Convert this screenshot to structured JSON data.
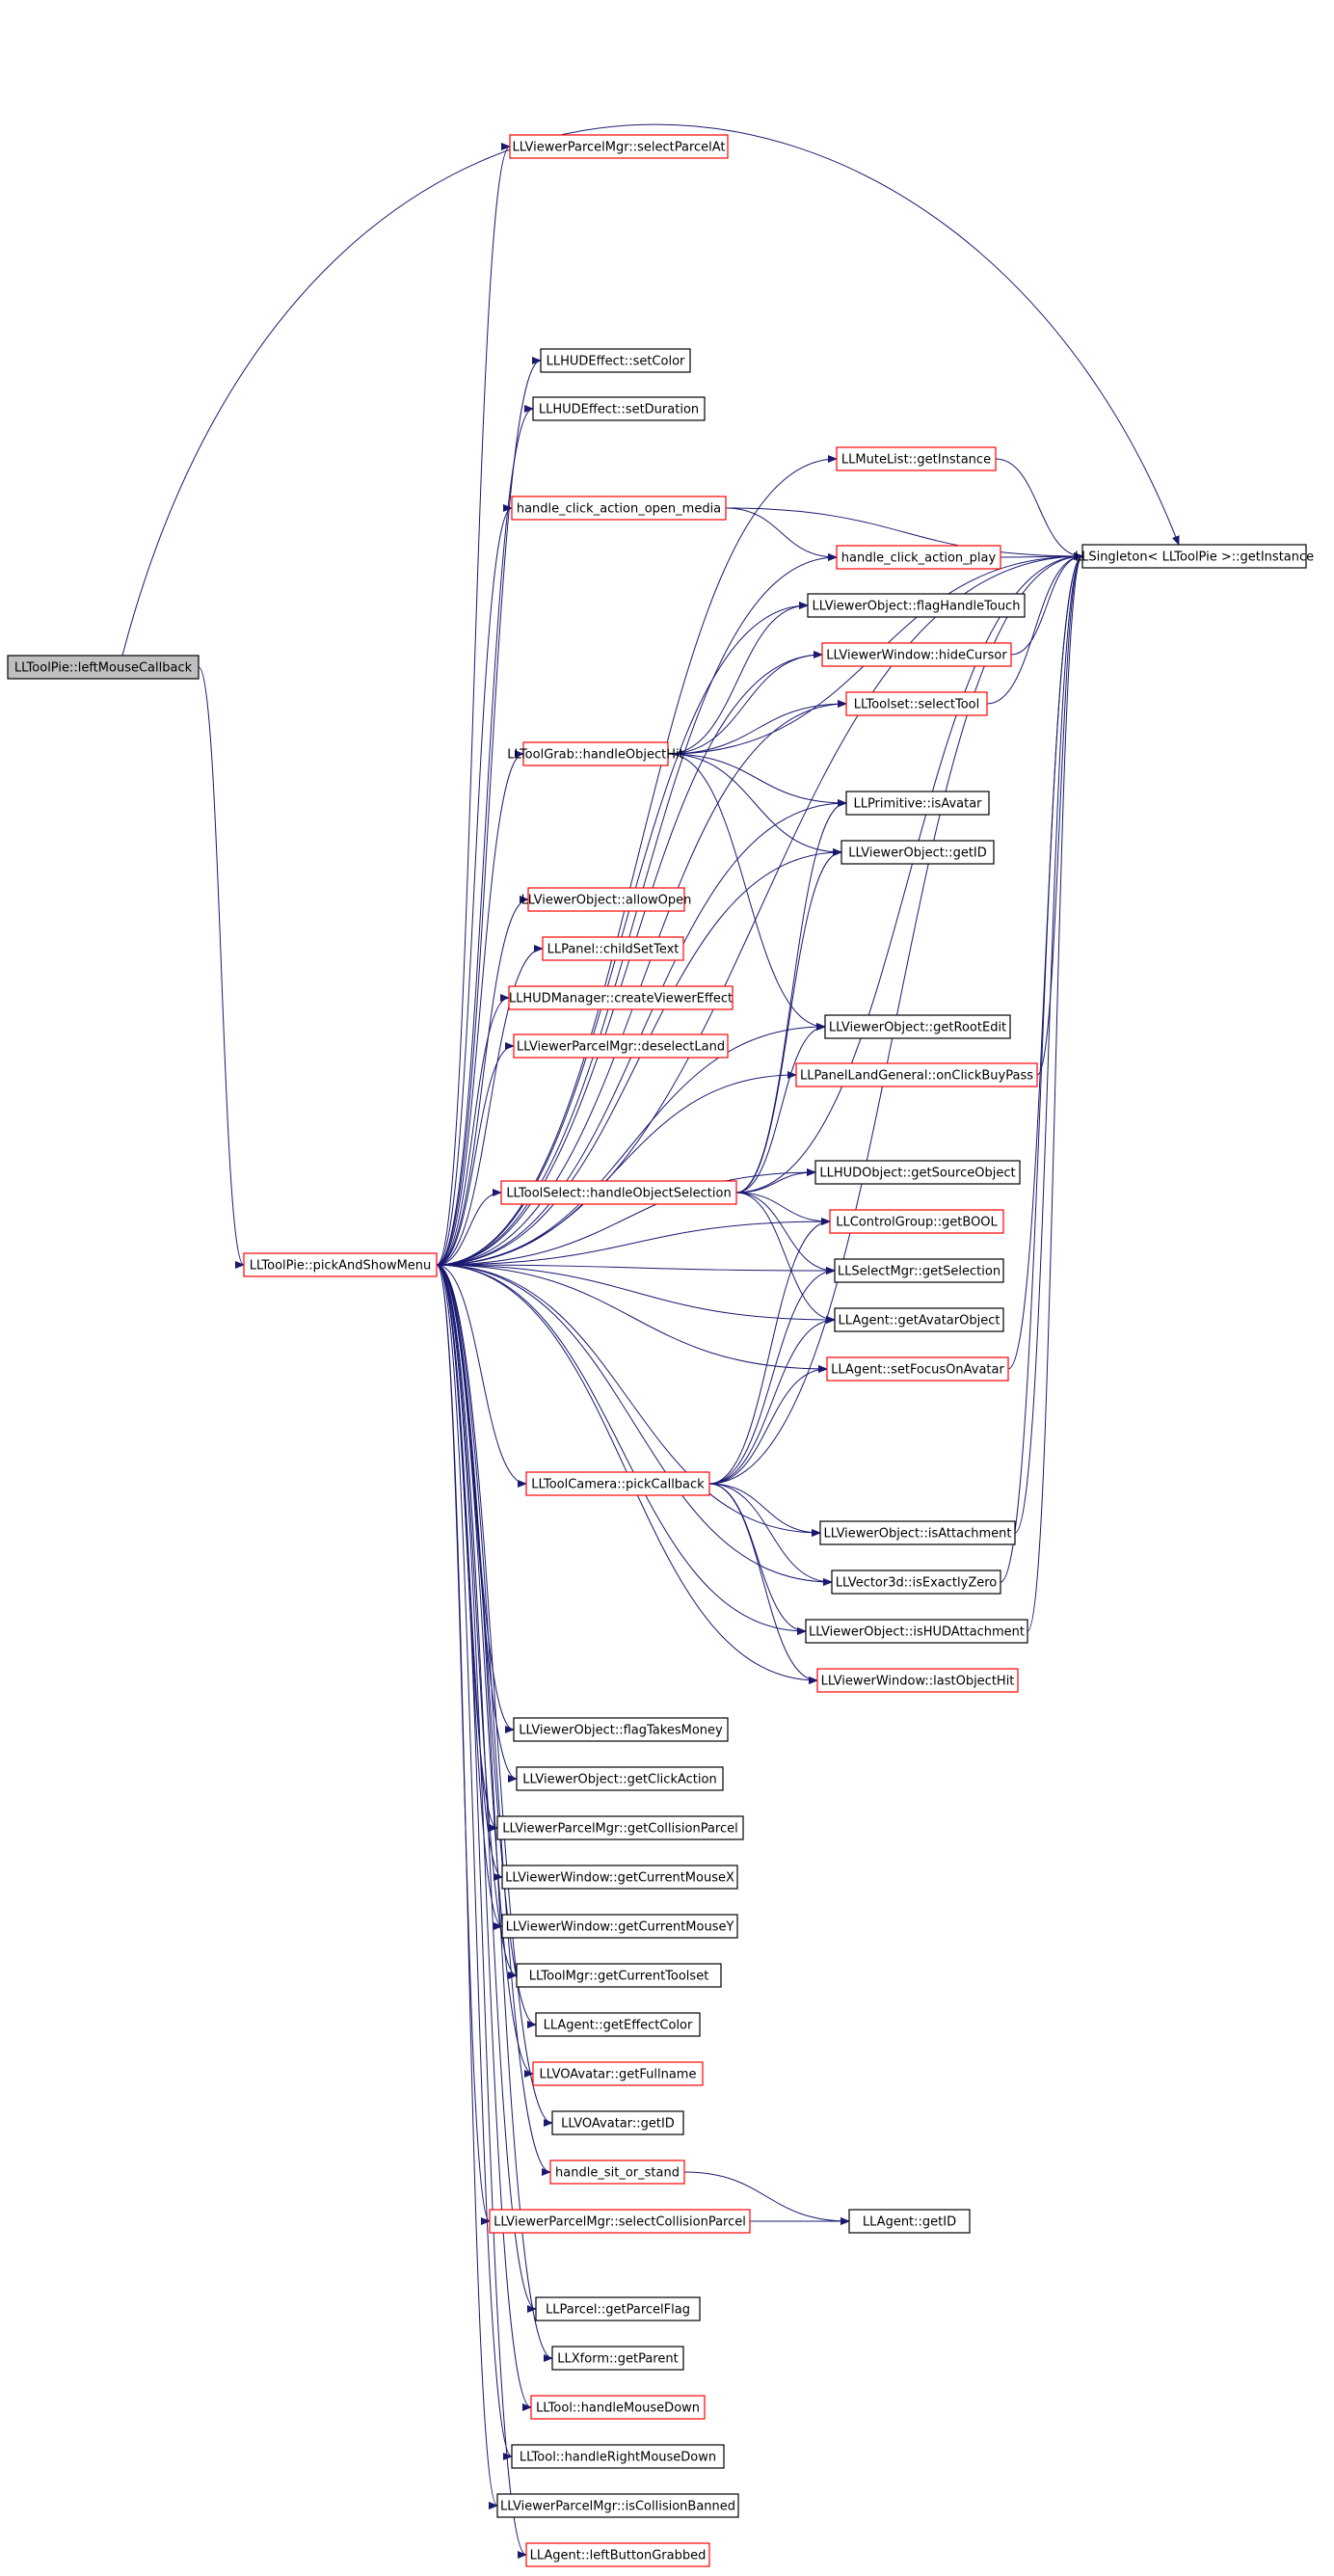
{
  "colors": {
    "edge": "#191970",
    "border_red": "#ff0000",
    "border_black": "#000000",
    "root_fill": "#bfbfbf",
    "node_fill": "#ffffff"
  },
  "nodes": [
    {
      "id": "leftMouseCallback",
      "label": "LLToolPie::leftMouseCallback",
      "style": "root"
    },
    {
      "id": "pickAndShowMenu",
      "label": "LLToolPie::pickAndShowMenu",
      "style": "red"
    },
    {
      "id": "selectParcelAt",
      "label": "LLViewerParcelMgr::selectParcelAt",
      "style": "red"
    },
    {
      "id": "hudSetColor",
      "label": "LLHUDEffect::setColor",
      "style": "black"
    },
    {
      "id": "hudSetDuration",
      "label": "LLHUDEffect::setDuration",
      "style": "black"
    },
    {
      "id": "muteGetInstance",
      "label": "LLMuteList::getInstance",
      "style": "red"
    },
    {
      "id": "openMedia",
      "label": "handle_click_action_open_media",
      "style": "red"
    },
    {
      "id": "actionPlay",
      "label": "handle_click_action_play",
      "style": "red"
    },
    {
      "id": "singleton",
      "label": "LLSingleton< LLToolPie >::getInstance",
      "style": "black"
    },
    {
      "id": "flagHandleTouch",
      "label": "LLViewerObject::flagHandleTouch",
      "style": "black"
    },
    {
      "id": "hideCursor",
      "label": "LLViewerWindow::hideCursor",
      "style": "red"
    },
    {
      "id": "selectTool",
      "label": "LLToolset::selectTool",
      "style": "red"
    },
    {
      "id": "grabHit",
      "label": "LLToolGrab::handleObjectHit",
      "style": "red"
    },
    {
      "id": "isAvatar",
      "label": "LLPrimitive::isAvatar",
      "style": "black"
    },
    {
      "id": "voGetID",
      "label": "LLViewerObject::getID",
      "style": "black"
    },
    {
      "id": "allowOpen",
      "label": "LLViewerObject::allowOpen",
      "style": "red"
    },
    {
      "id": "childSetText",
      "label": "LLPanel::childSetText",
      "style": "red"
    },
    {
      "id": "createViewerEffect",
      "label": "LLHUDManager::createViewerEffect",
      "style": "red"
    },
    {
      "id": "deselectLand",
      "label": "LLViewerParcelMgr::deselectLand",
      "style": "red"
    },
    {
      "id": "getRootEdit",
      "label": "LLViewerObject::getRootEdit",
      "style": "black"
    },
    {
      "id": "onClickBuyPass",
      "label": "LLPanelLandGeneral::onClickBuyPass",
      "style": "red"
    },
    {
      "id": "selectHit",
      "label": "LLToolSelect::handleObjectSelection",
      "style": "red"
    },
    {
      "id": "getSourceObject",
      "label": "LLHUDObject::getSourceObject",
      "style": "black"
    },
    {
      "id": "getBOOL",
      "label": "LLControlGroup::getBOOL",
      "style": "red"
    },
    {
      "id": "getSelection",
      "label": "LLSelectMgr::getSelection",
      "style": "black"
    },
    {
      "id": "getAvatarObject",
      "label": "LLAgent::getAvatarObject",
      "style": "black"
    },
    {
      "id": "setFocusOnAvatar",
      "label": "LLAgent::setFocusOnAvatar",
      "style": "red"
    },
    {
      "id": "pickCallback",
      "label": "LLToolCamera::pickCallback",
      "style": "red"
    },
    {
      "id": "isAttachment",
      "label": "LLViewerObject::isAttachment",
      "style": "black"
    },
    {
      "id": "isExactlyZero",
      "label": "LLVector3d::isExactlyZero",
      "style": "black"
    },
    {
      "id": "isHUDAttachment",
      "label": "LLViewerObject::isHUDAttachment",
      "style": "black"
    },
    {
      "id": "lastObjectHit",
      "label": "LLViewerWindow::lastObjectHit",
      "style": "red"
    },
    {
      "id": "flagTakesMoney",
      "label": "LLViewerObject::flagTakesMoney",
      "style": "black"
    },
    {
      "id": "getClickAction",
      "label": "LLViewerObject::getClickAction",
      "style": "black"
    },
    {
      "id": "getCollisionParcel",
      "label": "LLViewerParcelMgr::getCollisionParcel",
      "style": "black"
    },
    {
      "id": "mouseX",
      "label": "LLViewerWindow::getCurrentMouseX",
      "style": "black"
    },
    {
      "id": "mouseY",
      "label": "LLViewerWindow::getCurrentMouseY",
      "style": "black"
    },
    {
      "id": "currentToolset",
      "label": "LLToolMgr::getCurrentToolset",
      "style": "black"
    },
    {
      "id": "effectColor",
      "label": "LLAgent::getEffectColor",
      "style": "black"
    },
    {
      "id": "fullname",
      "label": "LLVOAvatar::getFullname",
      "style": "red"
    },
    {
      "id": "vaGetID",
      "label": "LLVOAvatar::getID",
      "style": "black"
    },
    {
      "id": "sitOrStand",
      "label": "handle_sit_or_stand",
      "style": "red"
    },
    {
      "id": "selectCollisionParcel",
      "label": "LLViewerParcelMgr::selectCollisionParcel",
      "style": "red"
    },
    {
      "id": "agentGetID",
      "label": "LLAgent::getID",
      "style": "black"
    },
    {
      "id": "parcelFlag",
      "label": "LLParcel::getParcelFlag",
      "style": "black"
    },
    {
      "id": "xformParent",
      "label": "LLXform::getParent",
      "style": "black"
    },
    {
      "id": "mouseDown",
      "label": "LLTool::handleMouseDown",
      "style": "red"
    },
    {
      "id": "rightMouseDown",
      "label": "LLTool::handleRightMouseDown",
      "style": "black"
    },
    {
      "id": "isCollisionBanned",
      "label": "LLViewerParcelMgr::isCollisionBanned",
      "style": "black"
    },
    {
      "id": "leftButtonGrabbed",
      "label": "LLAgent::leftButtonGrabbed",
      "style": "red"
    }
  ],
  "edges": [
    [
      "leftMouseCallback",
      "pickAndShowMenu"
    ],
    [
      "leftMouseCallback",
      "singleton"
    ],
    [
      "pickAndShowMenu",
      "selectParcelAt"
    ],
    [
      "pickAndShowMenu",
      "hudSetColor"
    ],
    [
      "pickAndShowMenu",
      "hudSetDuration"
    ],
    [
      "pickAndShowMenu",
      "muteGetInstance"
    ],
    [
      "pickAndShowMenu",
      "openMedia"
    ],
    [
      "pickAndShowMenu",
      "actionPlay"
    ],
    [
      "pickAndShowMenu",
      "singleton"
    ],
    [
      "pickAndShowMenu",
      "flagHandleTouch"
    ],
    [
      "pickAndShowMenu",
      "hideCursor"
    ],
    [
      "pickAndShowMenu",
      "selectTool"
    ],
    [
      "pickAndShowMenu",
      "grabHit"
    ],
    [
      "pickAndShowMenu",
      "isAvatar"
    ],
    [
      "pickAndShowMenu",
      "voGetID"
    ],
    [
      "pickAndShowMenu",
      "allowOpen"
    ],
    [
      "pickAndShowMenu",
      "childSetText"
    ],
    [
      "pickAndShowMenu",
      "createViewerEffect"
    ],
    [
      "pickAndShowMenu",
      "deselectLand"
    ],
    [
      "pickAndShowMenu",
      "getRootEdit"
    ],
    [
      "pickAndShowMenu",
      "onClickBuyPass"
    ],
    [
      "pickAndShowMenu",
      "selectHit"
    ],
    [
      "pickAndShowMenu",
      "getSourceObject"
    ],
    [
      "pickAndShowMenu",
      "getBOOL"
    ],
    [
      "pickAndShowMenu",
      "getSelection"
    ],
    [
      "pickAndShowMenu",
      "getAvatarObject"
    ],
    [
      "pickAndShowMenu",
      "setFocusOnAvatar"
    ],
    [
      "pickAndShowMenu",
      "pickCallback"
    ],
    [
      "pickAndShowMenu",
      "isAttachment"
    ],
    [
      "pickAndShowMenu",
      "isExactlyZero"
    ],
    [
      "pickAndShowMenu",
      "isHUDAttachment"
    ],
    [
      "pickAndShowMenu",
      "lastObjectHit"
    ],
    [
      "pickAndShowMenu",
      "flagTakesMoney"
    ],
    [
      "pickAndShowMenu",
      "getClickAction"
    ],
    [
      "pickAndShowMenu",
      "getCollisionParcel"
    ],
    [
      "pickAndShowMenu",
      "mouseX"
    ],
    [
      "pickAndShowMenu",
      "mouseY"
    ],
    [
      "pickAndShowMenu",
      "currentToolset"
    ],
    [
      "pickAndShowMenu",
      "effectColor"
    ],
    [
      "pickAndShowMenu",
      "fullname"
    ],
    [
      "pickAndShowMenu",
      "vaGetID"
    ],
    [
      "pickAndShowMenu",
      "sitOrStand"
    ],
    [
      "pickAndShowMenu",
      "selectCollisionParcel"
    ],
    [
      "pickAndShowMenu",
      "parcelFlag"
    ],
    [
      "pickAndShowMenu",
      "xformParent"
    ],
    [
      "pickAndShowMenu",
      "mouseDown"
    ],
    [
      "pickAndShowMenu",
      "rightMouseDown"
    ],
    [
      "pickAndShowMenu",
      "isCollisionBanned"
    ],
    [
      "pickAndShowMenu",
      "leftButtonGrabbed"
    ],
    [
      "muteGetInstance",
      "singleton"
    ],
    [
      "openMedia",
      "actionPlay"
    ],
    [
      "openMedia",
      "singleton"
    ],
    [
      "actionPlay",
      "singleton"
    ],
    [
      "hideCursor",
      "singleton"
    ],
    [
      "selectTool",
      "singleton"
    ],
    [
      "grabHit",
      "flagHandleTouch"
    ],
    [
      "grabHit",
      "hideCursor"
    ],
    [
      "grabHit",
      "selectTool"
    ],
    [
      "grabHit",
      "isAvatar"
    ],
    [
      "grabHit",
      "voGetID"
    ],
    [
      "grabHit",
      "getRootEdit"
    ],
    [
      "grabHit",
      "singleton"
    ],
    [
      "onClickBuyPass",
      "singleton"
    ],
    [
      "selectHit",
      "isAvatar"
    ],
    [
      "selectHit",
      "voGetID"
    ],
    [
      "selectHit",
      "getRootEdit"
    ],
    [
      "selectHit",
      "getSourceObject"
    ],
    [
      "selectHit",
      "getBOOL"
    ],
    [
      "selectHit",
      "getSelection"
    ],
    [
      "selectHit",
      "getAvatarObject"
    ],
    [
      "selectHit",
      "singleton"
    ],
    [
      "setFocusOnAvatar",
      "singleton"
    ],
    [
      "pickCallback",
      "getBOOL"
    ],
    [
      "pickCallback",
      "getSelection"
    ],
    [
      "pickCallback",
      "getAvatarObject"
    ],
    [
      "pickCallback",
      "setFocusOnAvatar"
    ],
    [
      "pickCallback",
      "isAttachment"
    ],
    [
      "pickCallback",
      "isExactlyZero"
    ],
    [
      "pickCallback",
      "isHUDAttachment"
    ],
    [
      "pickCallback",
      "lastObjectHit"
    ],
    [
      "pickCallback",
      "singleton"
    ],
    [
      "isAttachment",
      "singleton"
    ],
    [
      "isExactlyZero",
      "singleton"
    ],
    [
      "isHUDAttachment",
      "singleton"
    ],
    [
      "sitOrStand",
      "agentGetID"
    ],
    [
      "selectCollisionParcel",
      "agentGetID"
    ]
  ]
}
